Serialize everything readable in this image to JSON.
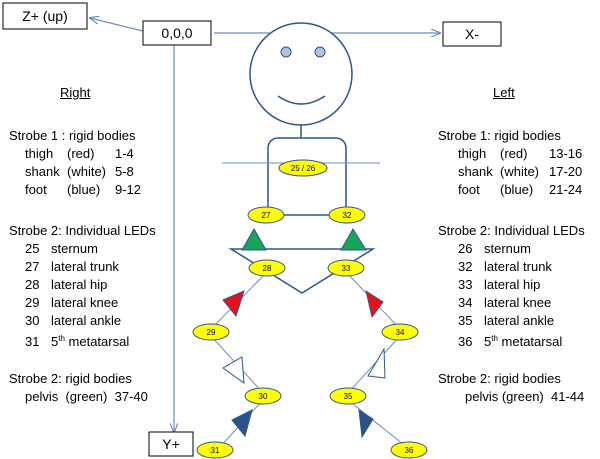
{
  "axes": {
    "z_label": "Z+ (up)",
    "origin_label": "0,0,0",
    "x_label": "X-",
    "y_label": "Y+"
  },
  "markers": {
    "sternum_pair": "25 / 26",
    "m27": "27",
    "m32": "32",
    "m28": "28",
    "m33": "33",
    "m29": "29",
    "m34": "34",
    "m30": "30",
    "m35": "35",
    "m31": "31",
    "m36": "36"
  },
  "right": {
    "header": "Right",
    "strobe1_title": "Strobe 1 : rigid bodies",
    "rigid": [
      {
        "segment": "thigh",
        "color": "(red)",
        "range": "1-4"
      },
      {
        "segment": "shank",
        "color": "(white)",
        "range": "5-8"
      },
      {
        "segment": "foot",
        "color": "(blue)",
        "range": "9-12"
      }
    ],
    "strobe2_title": "Strobe 2: Individual LEDs",
    "leds": [
      {
        "id": "25",
        "name": "sternum"
      },
      {
        "id": "27",
        "name": "lateral trunk"
      },
      {
        "id": "28",
        "name": "lateral hip"
      },
      {
        "id": "29",
        "name": "lateral knee"
      },
      {
        "id": "30",
        "name": "lateral ankle"
      },
      {
        "id": "31",
        "name": "5",
        "sup": "th",
        "rest": " metatarsal"
      }
    ],
    "strobe2_rigid_title": "Strobe 2: rigid bodies",
    "pelvis": "pelvis  (green)  37-40"
  },
  "left": {
    "header": "Left",
    "strobe1_title": "Strobe 1: rigid bodies",
    "rigid": [
      {
        "segment": "thigh",
        "color": "(red)",
        "range": "13-16"
      },
      {
        "segment": "shank",
        "color": "(white)",
        "range": "17-20"
      },
      {
        "segment": "foot",
        "color": "(blue)",
        "range": "21-24"
      }
    ],
    "strobe2_title": "Strobe 2: Individual LEDs",
    "leds": [
      {
        "id": "26",
        "name": "sternum"
      },
      {
        "id": "32",
        "name": "lateral trunk"
      },
      {
        "id": "33",
        "name": "lateral hip"
      },
      {
        "id": "34",
        "name": "lateral knee"
      },
      {
        "id": "35",
        "name": "lateral ankle"
      },
      {
        "id": "36",
        "name": "5",
        "sup": "th",
        "rest": " metatarsal"
      }
    ],
    "strobe2_rigid_title": "Strobe 2: rigid bodies",
    "pelvis": "pelvis (green)  41-44"
  },
  "colors": {
    "figure_line": "#2e5591",
    "marker_fill": "#ffff00",
    "thigh_red": "#e8101a",
    "pelvis_green": "#17a657",
    "foot_blue": "#2c5288",
    "axis_line": "#6d8cc4",
    "eye_fill": "#b6c2d6"
  }
}
